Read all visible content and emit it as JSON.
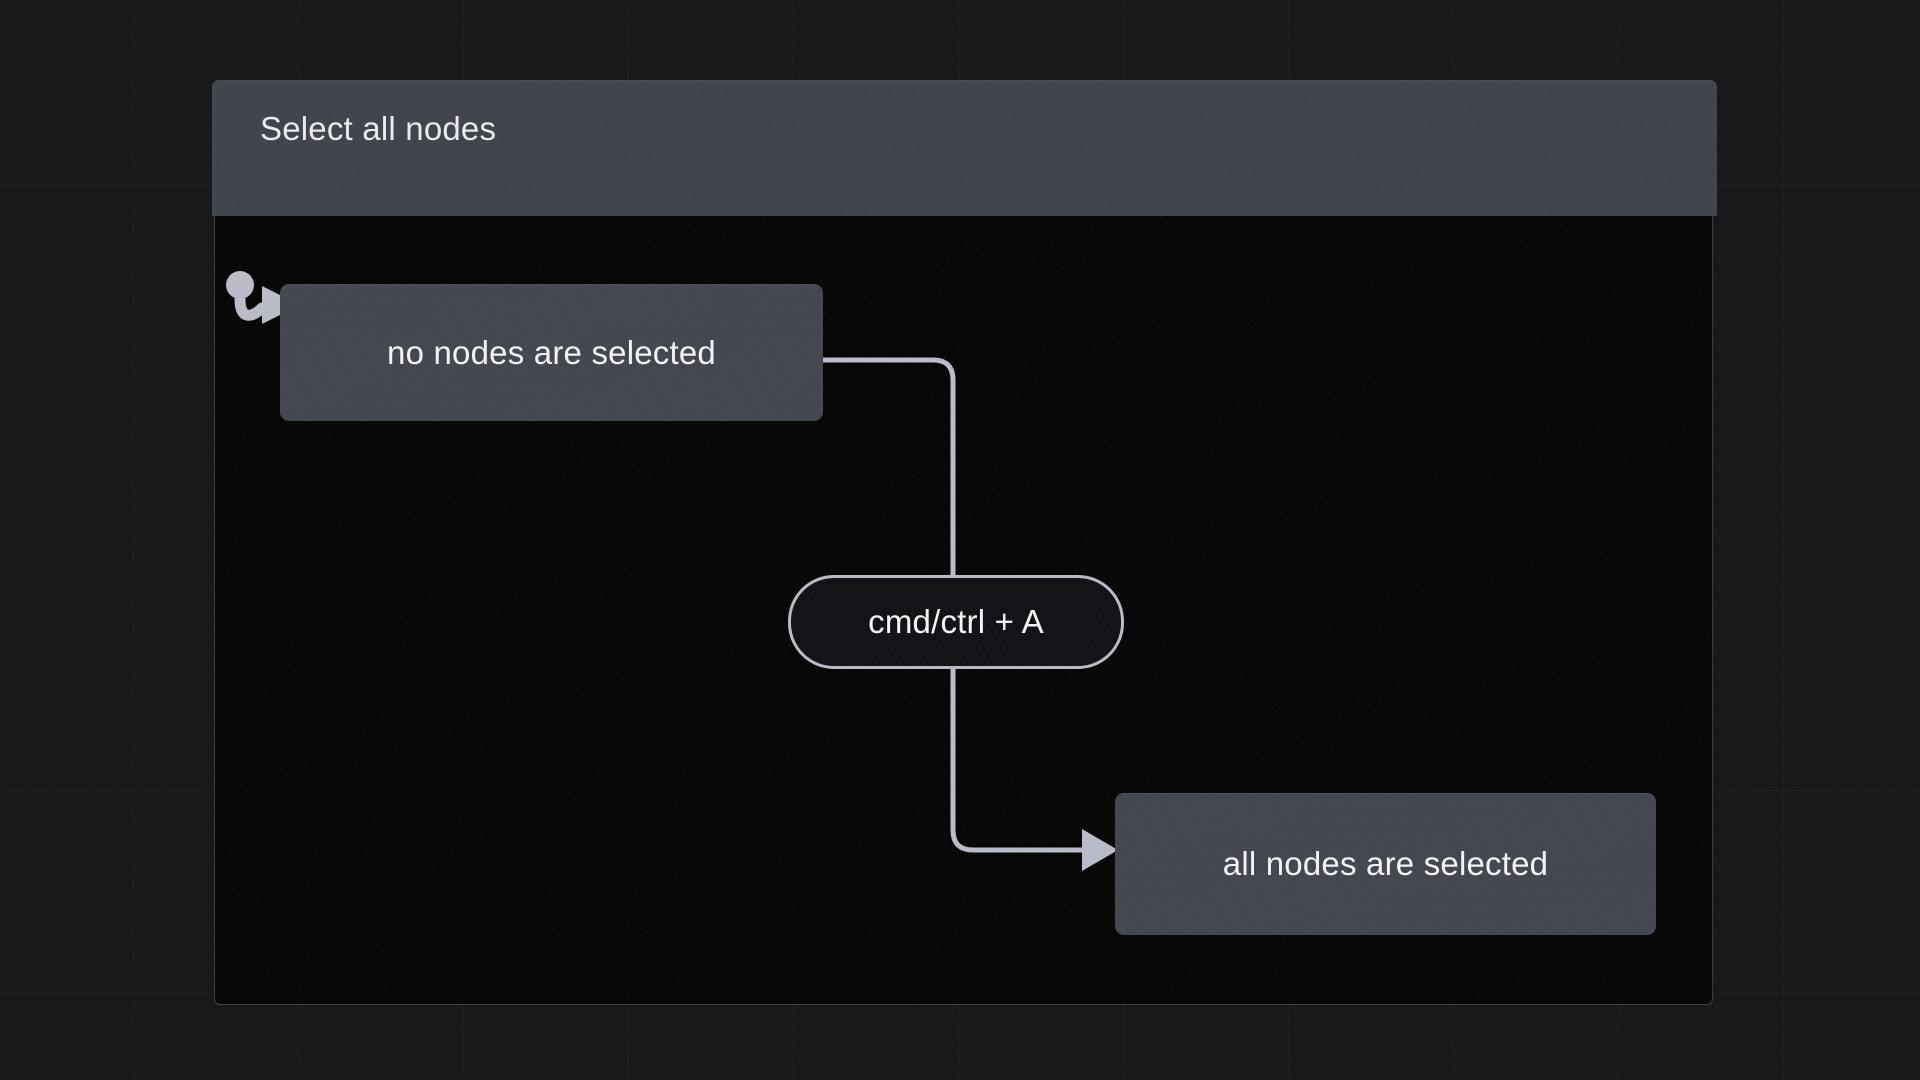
{
  "panel": {
    "title": "Select all nodes"
  },
  "diagram": {
    "type": "state-machine",
    "nodes": [
      {
        "id": "no-selection",
        "label": "no nodes are selected",
        "initial": true
      },
      {
        "id": "all-selected",
        "label": "all nodes are selected",
        "initial": false
      }
    ],
    "transitions": [
      {
        "from": "no-selection",
        "to": "all-selected",
        "label": "cmd/ctrl + A"
      }
    ],
    "start_marker": {
      "name": "initial-state-marker",
      "points_to": "no-selection"
    }
  },
  "colors": {
    "background": "#17181a",
    "panel_header": "#41444d",
    "panel_body": "#070708",
    "node_fill": "#44474f",
    "edge": "#b9bcc6",
    "text": "#f2f3f4"
  }
}
